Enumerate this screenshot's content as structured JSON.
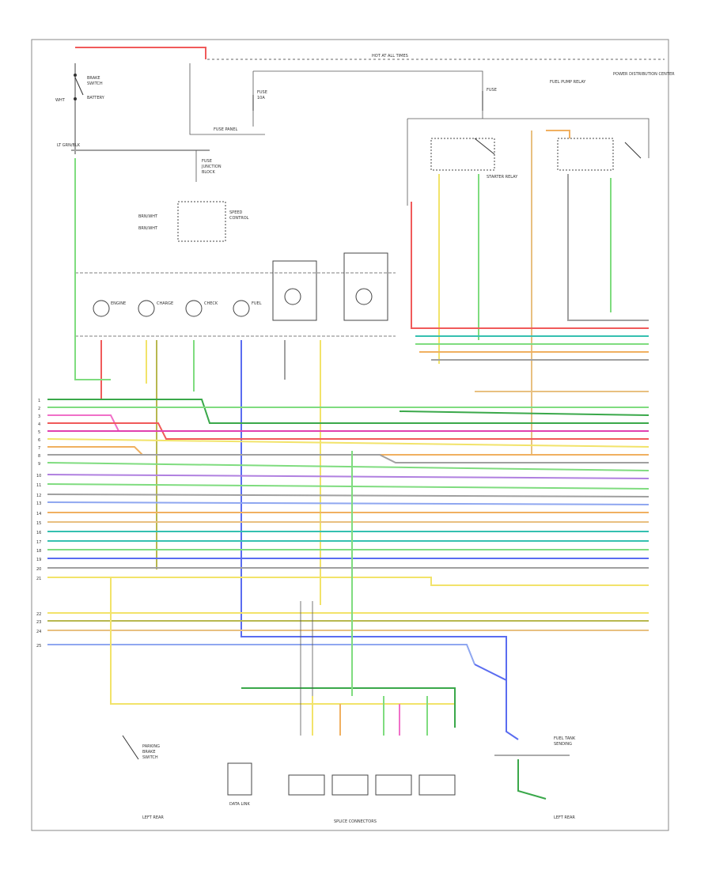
{
  "labels": {
    "hot_at_all_times": "HOT AT ALL TIMES",
    "fuse_panel_bottom": "FUSE PANEL",
    "figure_id": "",
    "splice_connectors_label": "SPLICE CONNECTORS",
    "fuel_pump_relay": "FUEL PUMP RELAY",
    "starter_relay": "STARTER RELAY",
    "right_side_label": "POWER DISTRIBUTION CENTER"
  },
  "colors": {
    "red": "#f05a5a",
    "green": "#7fdc7f",
    "dkgreen": "#3aa84a",
    "blue": "#5a6cf0",
    "ltblue": "#8fa7f0",
    "yellow": "#f2e36a",
    "orange": "#f0b060",
    "pink": "#f070c8",
    "magenta": "#e040b0",
    "teal": "#35c0b0",
    "gray": "#a0a0a0",
    "olive": "#b8b850",
    "tan": "#e8c080",
    "violet": "#b080e0"
  }
}
